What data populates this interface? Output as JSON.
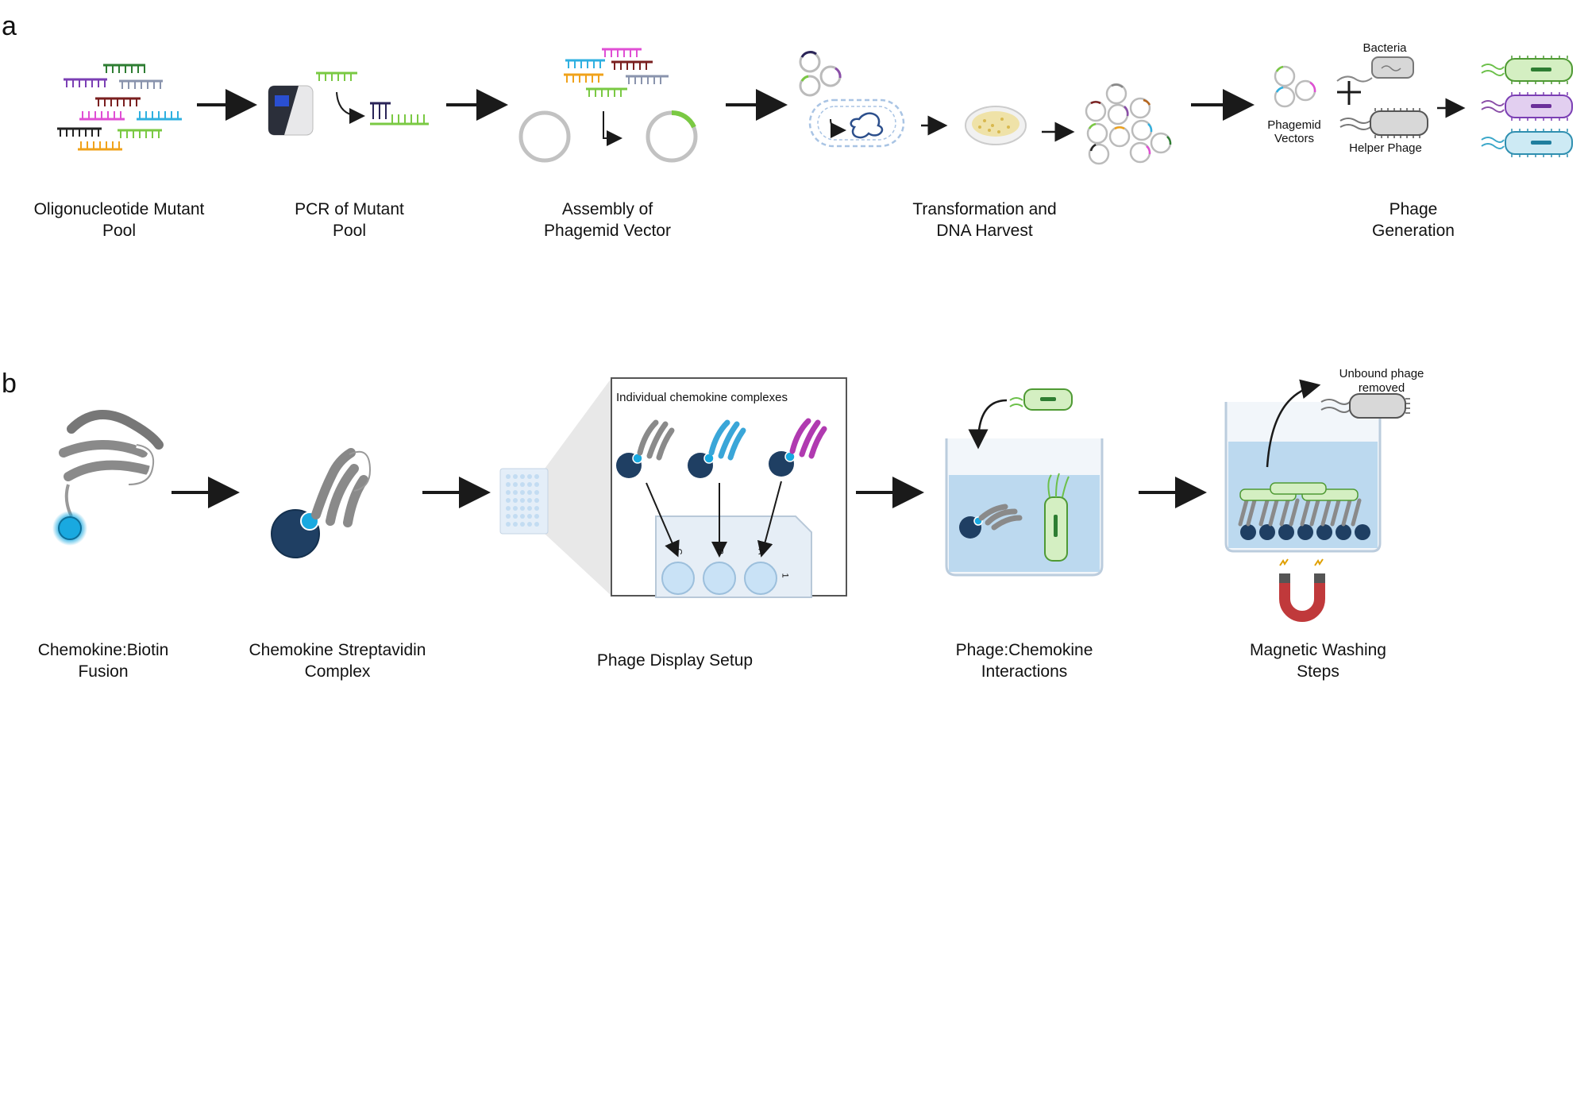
{
  "panel_a": {
    "letter": "a",
    "steps": [
      {
        "line1": "Oligonucleotide Mutant",
        "line2": "Pool"
      },
      {
        "line1": "PCR of Mutant",
        "line2": "Pool"
      },
      {
        "line1": "Assembly of",
        "line2": "Phagemid Vector"
      },
      {
        "line1": "Transformation and",
        "line2": "DNA Harvest"
      },
      {
        "line1": "Phage",
        "line2": "Generation"
      }
    ],
    "small_labels": {
      "bacteria": "Bacteria",
      "phagemid_line1": "Phagemid",
      "phagemid_line2": "Vectors",
      "helper_phage": "Helper Phage"
    }
  },
  "panel_b": {
    "letter": "b",
    "steps": [
      {
        "line1": "Chemokine:Biotin",
        "line2": "Fusion"
      },
      {
        "line1": "Chemokine Streptavidin",
        "line2": "Complex"
      },
      {
        "line1": "Phage Display Setup",
        "line2": ""
      },
      {
        "line1": "Phage:Chemokine",
        "line2": "Interactions"
      },
      {
        "line1": "Magnetic Washing",
        "line2": "Steps"
      }
    ],
    "inset_title": "Individual chemokine complexes",
    "plate_wells": [
      "C",
      "B",
      "A",
      "1"
    ],
    "unbound_line1": "Unbound phage",
    "unbound_line2": "removed"
  },
  "colors": {
    "arrow": "#1a1a1a",
    "streptavidin": "#1f3f63",
    "biotin": "#19a9e0",
    "liquid": "#bcd9ef",
    "phage_green": "#6cc04a",
    "phage_purple": "#8a4ea8",
    "phage_blue": "#3ba7c9",
    "magnet_red": "#c0393b"
  }
}
